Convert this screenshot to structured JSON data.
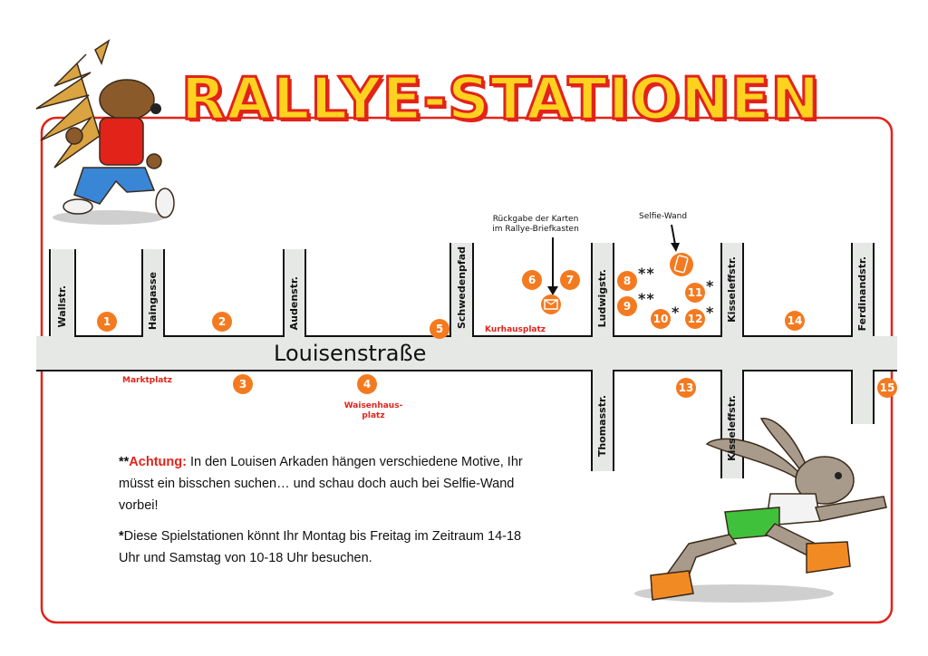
{
  "title": "RALLYE-STATIONEN",
  "main_street": "Louisenstraße",
  "streets": {
    "wallstr": "Wallstr.",
    "haingasse": "Haingasse",
    "audenstr": "Audenstr.",
    "schwedenpfad": "Schwedenpfad",
    "ludwigstr": "Ludwigstr.",
    "kisseleffstr_north": "Kisseleffstr.",
    "ferdinandstr": "Ferdinandstr.",
    "thomasstr": "Thomasstr.",
    "kisseleffstr_south": "Kisseleffstr."
  },
  "places": {
    "marktplatz": "Marktplatz",
    "waisenhausplatz_line1": "Waisenhaus-",
    "waisenhausplatz_line2": "platz",
    "kurhausplatz": "Kurhausplatz"
  },
  "annotations": {
    "mailbox_line1": "Rückgabe der Karten",
    "mailbox_line2": "im Rallye-Briefkasten",
    "selfie": "Selfie-Wand"
  },
  "stations": [
    "1",
    "2",
    "3",
    "4",
    "5",
    "6",
    "7",
    "8",
    "9",
    "10",
    "11",
    "12",
    "13",
    "14",
    "15"
  ],
  "stars": {
    "double": "**",
    "single": "*"
  },
  "notes": {
    "n1_mark": "**",
    "n1_warn": "Achtung:",
    "n1_text": " In den Louisen Arkaden hängen verschiedene Motive, Ihr müsst ein bisschen suchen… und schau doch auch bei Selfie-Wand vorbei!",
    "n2_mark": "*",
    "n2_text": "Diese Spielstationen könnt Ihr Montag bis Freitag im Zeitraum 14-18 Uhr und Samstag von 10-18 Uhr besuchen."
  },
  "colors": {
    "frame": "#e2231a",
    "title_fill": "#ffd21f",
    "station": "#f47a20",
    "road": "#e6e8e6"
  },
  "icons": {
    "hedgehog": "hedgehog-mascot",
    "hare": "hare-mascot",
    "mailbox": "mailbox-icon",
    "phone": "smartphone-icon"
  }
}
